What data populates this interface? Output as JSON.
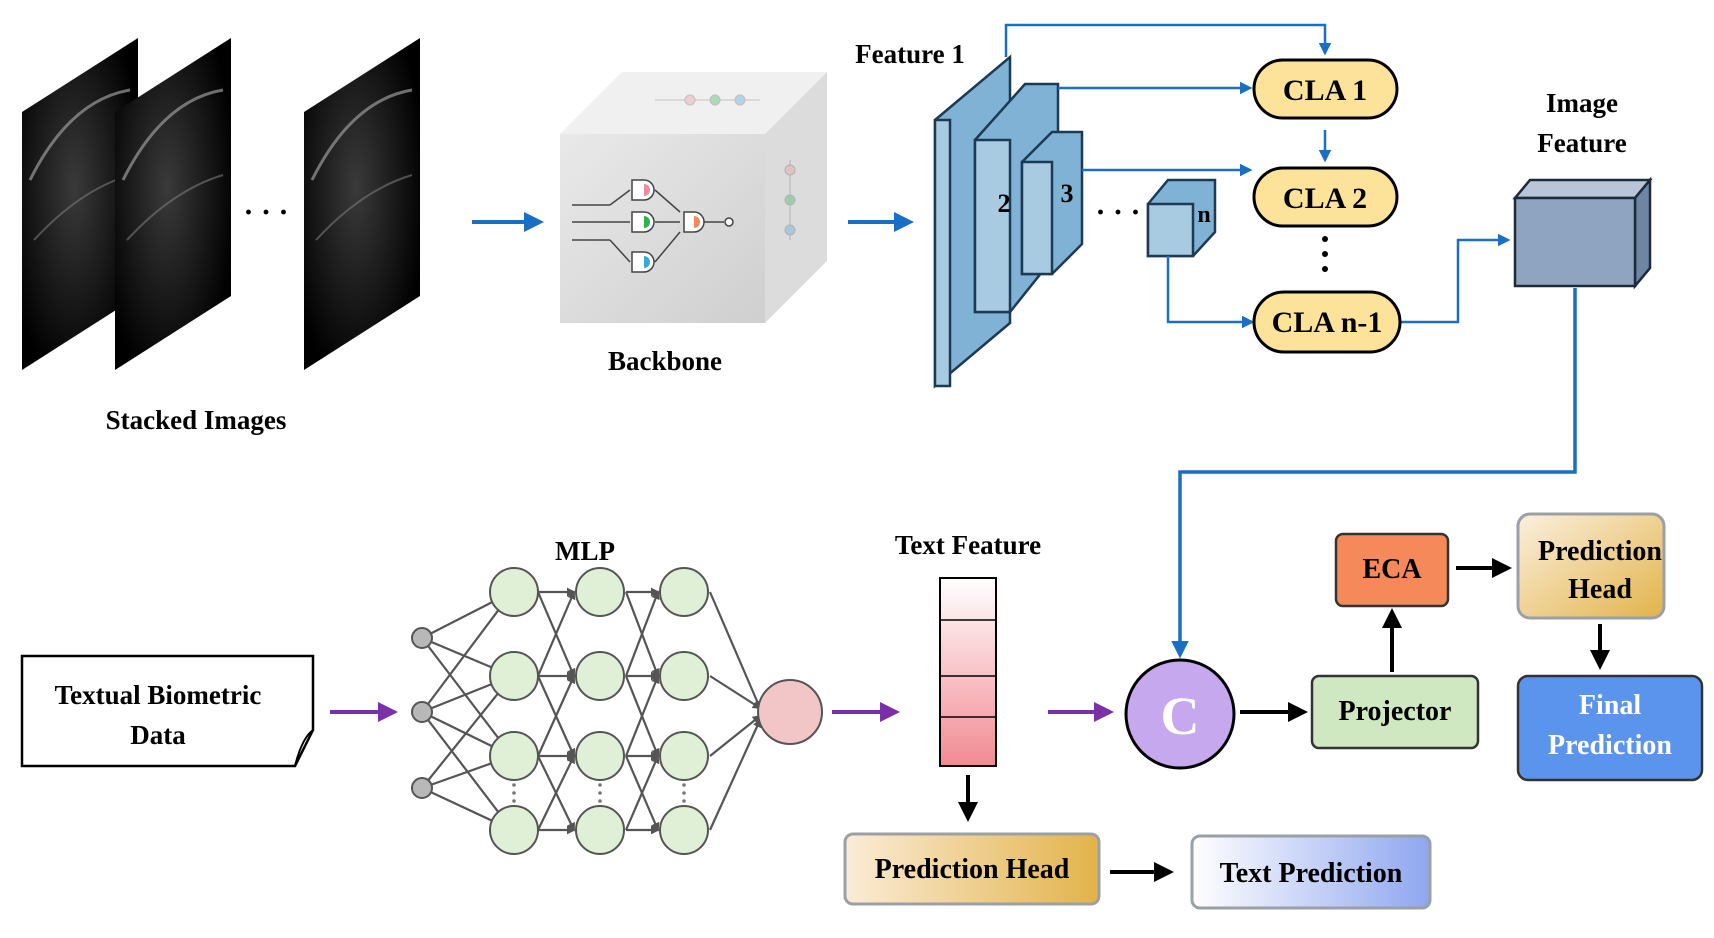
{
  "labels": {
    "stacked_images": "Stacked Images",
    "ellipsis": "· · ·",
    "backbone": "Backbone",
    "feature_1": "Feature  1",
    "layer_2": "2",
    "layer_3": "3",
    "layer_n": "n",
    "cla_1": "CLA 1",
    "cla_2": "CLA  2",
    "cla_n1": "CLA  n-1",
    "image_feature_line1": "Image",
    "image_feature_line2": "Feature",
    "mlp": "MLP",
    "text_feature": "Text Feature",
    "textual_line1": "Textual Biometric",
    "textual_line2": "Data",
    "concat": "C",
    "projector": "Projector",
    "eca": "ECA",
    "pred_head_right_line1": "Prediction",
    "pred_head_right_line2": "Head",
    "final_line1": "Final",
    "final_line2": "Prediction",
    "pred_head_bottom": "Prediction Head",
    "text_prediction": "Text Prediction"
  },
  "colors": {
    "image_flow_arrow": "#1a6fc4",
    "text_flow_arrow": "#7b2fa8",
    "cla_fill": "#fde39a",
    "feature_block": "#7fb2d4",
    "image_feature_block": "#8ea4c0",
    "mlp_node": "#dff0d6",
    "mlp_output_node": "#f2c6c6",
    "concat_fill": "#c5a8ee",
    "projector_fill": "#cfe8c2",
    "eca_fill": "#f5895a",
    "final_fill": "#5a94ec"
  }
}
